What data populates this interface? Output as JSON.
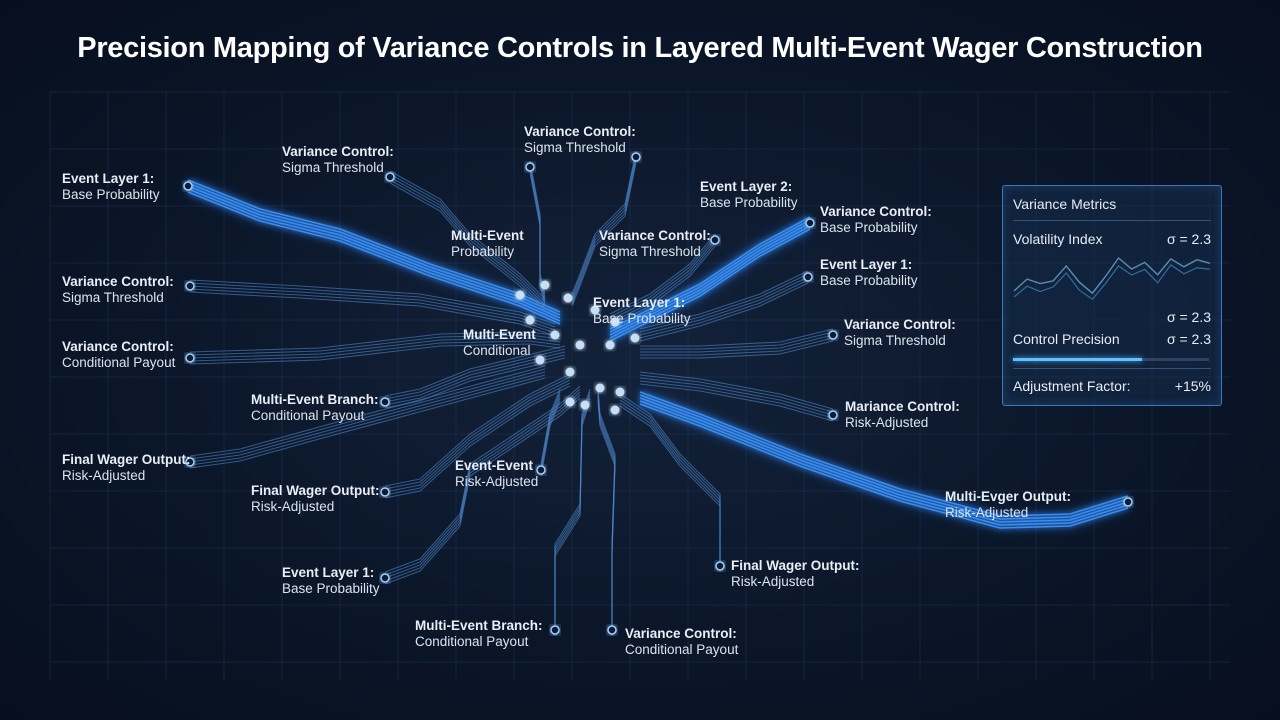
{
  "title": "Precision Mapping of Variance Controls in Layered Multi-Event Wager Construction",
  "nodes": [
    {
      "id": "n1",
      "title": "Event Layer 1:",
      "sub": "Base Probability"
    },
    {
      "id": "n2",
      "title": "Variance Control:",
      "sub": "Sigma Threshold"
    },
    {
      "id": "n3",
      "title": "Variance Control:",
      "sub": "Sigma Threshold"
    },
    {
      "id": "n4",
      "title": "Variance Control:",
      "sub": "Conditional Payout"
    },
    {
      "id": "n5",
      "title": "Multi-Event Branch:",
      "sub": "Conditional Payout"
    },
    {
      "id": "n6",
      "title": "Final Wager Output:",
      "sub": "Risk-Adjusted"
    },
    {
      "id": "n7",
      "title": "Final Wager Output:",
      "sub": "Risk-Adjusted"
    },
    {
      "id": "n8",
      "title": "Event Layer 1:",
      "sub": "Base Probability"
    },
    {
      "id": "n9",
      "title": "Multi-Event Branch:",
      "sub": "Conditional Payout"
    },
    {
      "id": "n10",
      "title": "Variance Control:",
      "sub": "Conditional Payout"
    },
    {
      "id": "n11",
      "title": "Variance Control:",
      "sub": "Sigma Threshold"
    },
    {
      "id": "n12",
      "title": "Multi-Event",
      "sub": "Probability"
    },
    {
      "id": "n13",
      "title": "Variance Control:",
      "sub": "Sigma Threshold"
    },
    {
      "id": "n14",
      "title": "Event Layer 2:",
      "sub": "Base Probability"
    },
    {
      "id": "n15",
      "title": "Event Layer 1:",
      "sub": "Base Probability"
    },
    {
      "id": "n16",
      "title": "Multi-Event",
      "sub": "Conditional"
    },
    {
      "id": "n17",
      "title": "Event-Event",
      "sub": "Risk-Adjusted"
    },
    {
      "id": "n18",
      "title": "Variance Control:",
      "sub": "Base Probability"
    },
    {
      "id": "n19",
      "title": "Event Layer 1:",
      "sub": "Base Probability"
    },
    {
      "id": "n20",
      "title": "Variance Control:",
      "sub": "Sigma Threshold"
    },
    {
      "id": "n21",
      "title": "Mariance Control:",
      "sub": "Risk-Adjusted"
    },
    {
      "id": "n22",
      "title": "Multi-Evger Output:",
      "sub": "Risk-Adjusted"
    },
    {
      "id": "n23",
      "title": "Final Wager Output:",
      "sub": "Risk-Adjusted"
    }
  ],
  "panel": {
    "title": "Variance Metrics",
    "volatility_label": "Volatility Index",
    "volatility_value": "σ = 2.3",
    "sigma_value": "σ = 2.3",
    "precision_label": "Control Precision",
    "precision_value": "σ = 2.3",
    "precision_fraction": 0.66,
    "adjustment_label": "Adjustment Factor:",
    "adjustment_value": "+15%",
    "sparkline": [
      0.25,
      0.52,
      0.42,
      0.48,
      0.82,
      0.45,
      0.2,
      0.58,
      1.0,
      0.75,
      0.9,
      0.62,
      0.98,
      0.8,
      0.96,
      0.88
    ],
    "accent": "#5fc3ff"
  }
}
